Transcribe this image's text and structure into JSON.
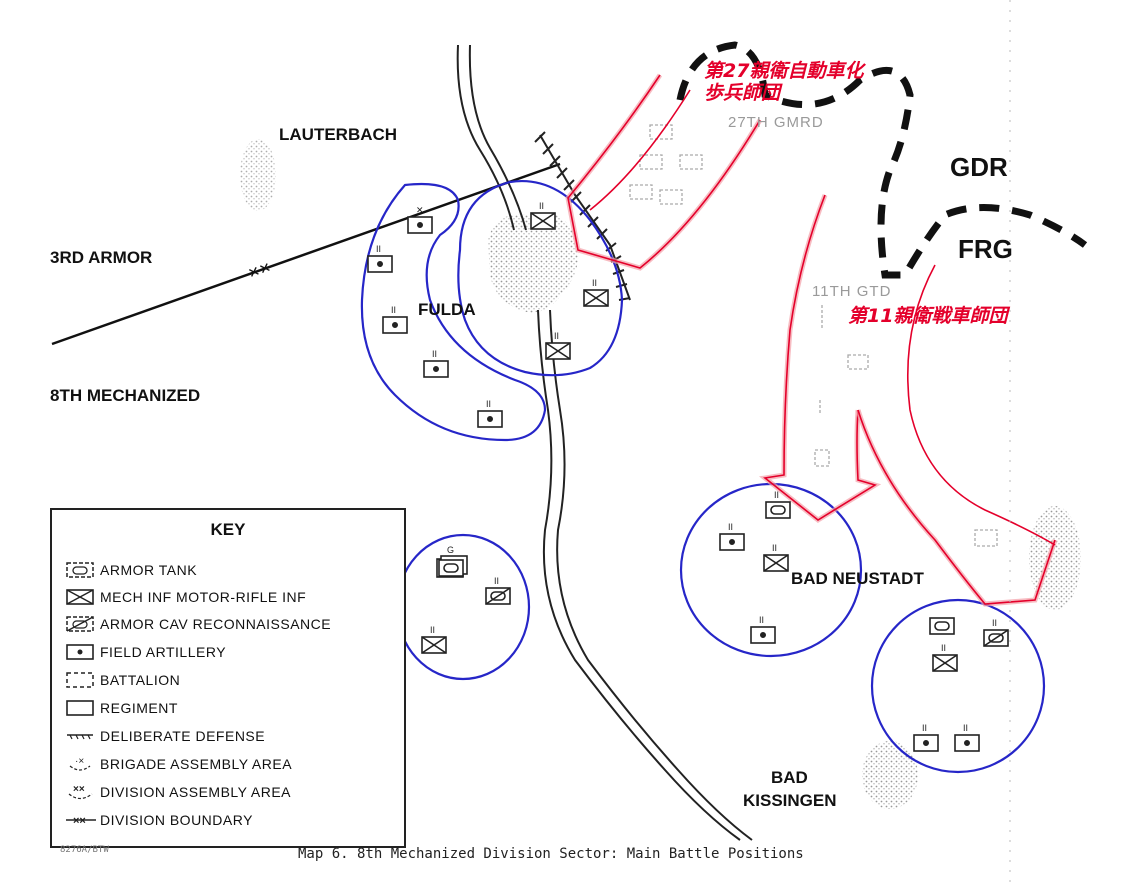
{
  "labels": {
    "lauterbach": "LAUTERBACH",
    "third_armor": "3RD ARMOR",
    "eighth_mech": "8TH MECHANIZED",
    "fulda": "FULDA",
    "gdr": "GDR",
    "frg": "FRG",
    "bad_neustadt": "BAD NEUSTADT",
    "bad": "BAD",
    "kissingen": "KISSINGEN",
    "gmrd": "27TH GMRD",
    "gtd": "11TH GTD"
  },
  "annotations": {
    "jp_27_line1": "第27親衛自動車化",
    "jp_27_line2": "歩兵師団",
    "jp_11": "第11親衛戦車師団"
  },
  "key": {
    "title": "KEY",
    "items": [
      {
        "symbol": "armor-tank-icon",
        "label": "ARMOR  TANK"
      },
      {
        "symbol": "mech-inf-icon",
        "label": "MECH INF  MOTOR-RIFLE INF"
      },
      {
        "symbol": "armor-cav-icon",
        "label": "ARMOR CAV  RECONNAISSANCE"
      },
      {
        "symbol": "field-artillery-icon",
        "label": "FIELD ARTILLERY"
      },
      {
        "symbol": "battalion-icon",
        "label": "BATTALION"
      },
      {
        "symbol": "regiment-icon",
        "label": "REGIMENT"
      },
      {
        "symbol": "deliberate-defense-icon",
        "label": "DELIBERATE DEFENSE"
      },
      {
        "symbol": "brigade-assembly-icon",
        "label": "BRIGADE ASSEMBLY AREA"
      },
      {
        "symbol": "division-assembly-icon",
        "label": "DIVISION ASSEMBLY AREA"
      },
      {
        "symbol": "division-boundary-icon",
        "label": "DIVISION BOUNDARY"
      }
    ]
  },
  "caption": "Map 6.  8th Mechanized Division Sector:  Main Battle Positions",
  "code": "8276A/BTW",
  "colors": {
    "position_circle": "#2626c8",
    "soviet_axis": "#e4002b",
    "axis_glow": "#f4a0a8",
    "ink": "#111111"
  }
}
